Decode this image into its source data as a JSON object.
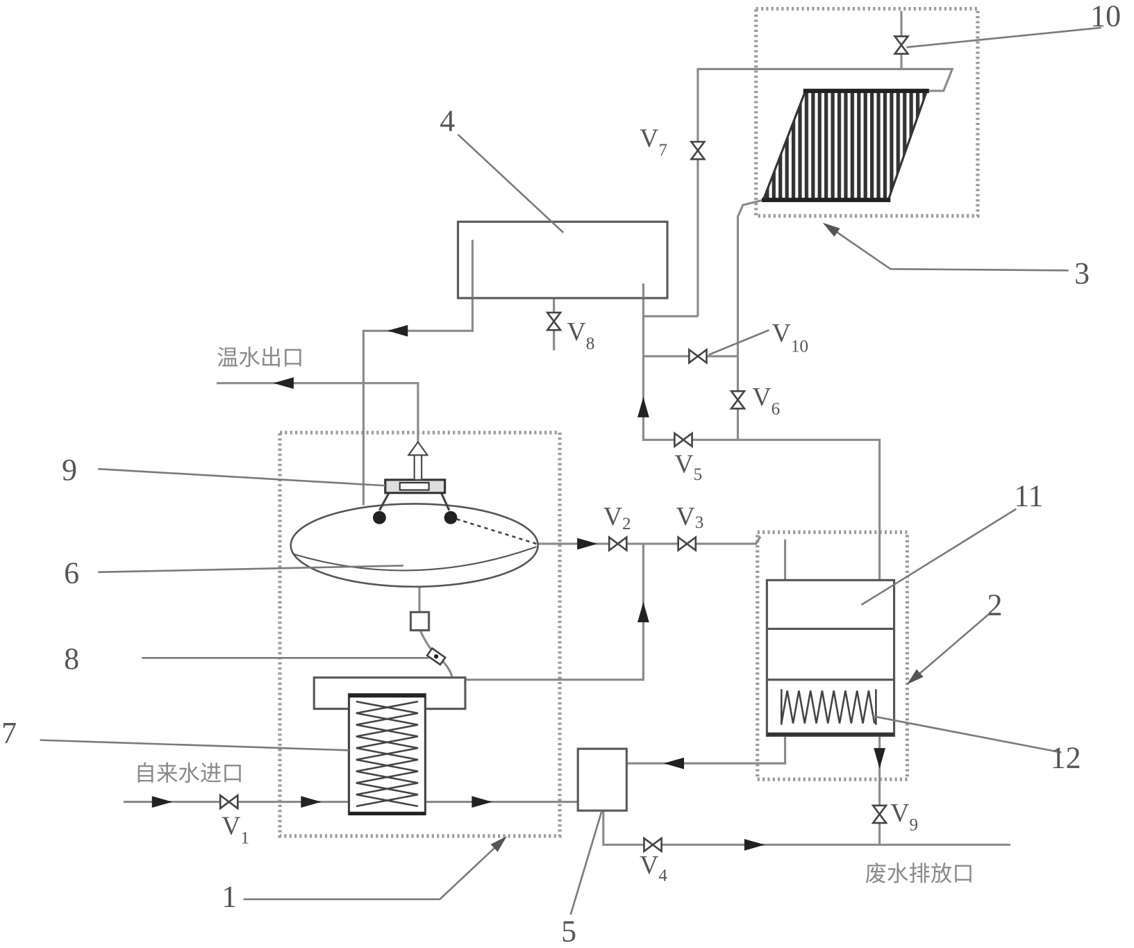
{
  "labels": {
    "n1": "1",
    "n2": "2",
    "n3": "3",
    "n4": "4",
    "n5": "5",
    "n6": "6",
    "n7": "7",
    "n8": "8",
    "n9": "9",
    "n10": "10",
    "n11": "11",
    "n12": "12"
  },
  "valves": {
    "v1": {
      "main": "V",
      "sub": "1"
    },
    "v2": {
      "main": "V",
      "sub": "2"
    },
    "v3": {
      "main": "V",
      "sub": "3"
    },
    "v4": {
      "main": "V",
      "sub": "4"
    },
    "v5": {
      "main": "V",
      "sub": "5"
    },
    "v6": {
      "main": "V",
      "sub": "6"
    },
    "v7": {
      "main": "V",
      "sub": "7"
    },
    "v8": {
      "main": "V",
      "sub": "8"
    },
    "v9": {
      "main": "V",
      "sub": "9"
    },
    "v10": {
      "main": "V",
      "sub": "10"
    }
  },
  "ports": {
    "warm_water_outlet": "温水出口",
    "tap_water_inlet": "自来水进口",
    "wastewater_outlet": "废水排放口"
  }
}
